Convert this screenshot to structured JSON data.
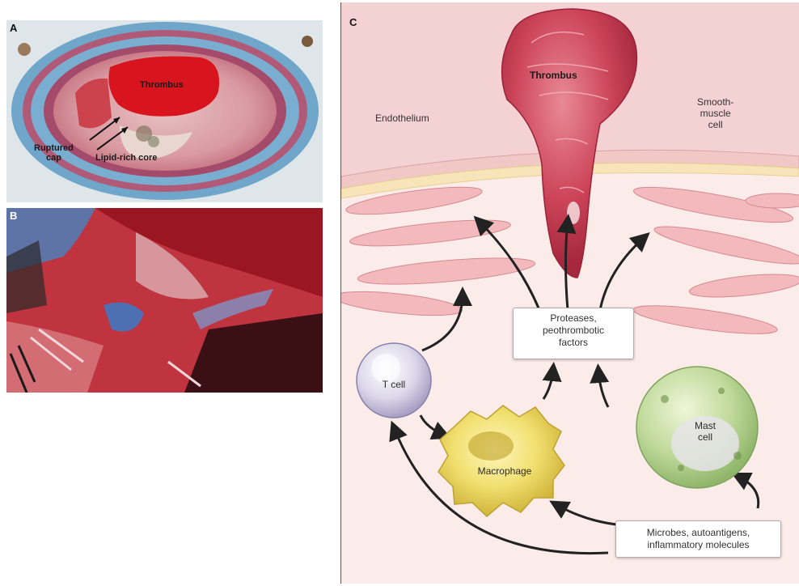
{
  "panel_a": {
    "letter": "A",
    "thrombus": "Thrombus",
    "ruptured_cap": "Ruptured\ncap",
    "lipid_core": "Lipid-rich core"
  },
  "panel_b": {
    "letter": "B"
  },
  "panel_c": {
    "letter": "C",
    "thrombus": "Thrombus",
    "endothelium": "Endothelium",
    "smooth_muscle": "Smooth-\nmuscle\ncell",
    "proteases_box": "Proteases,\npeothrombotic\nfactors",
    "t_cell": "T cell",
    "macrophage": "Macrophage",
    "mast_cell": "Mast\ncell",
    "microbes_box": "Microbes, autoantigens,\ninflammatory molecules"
  }
}
